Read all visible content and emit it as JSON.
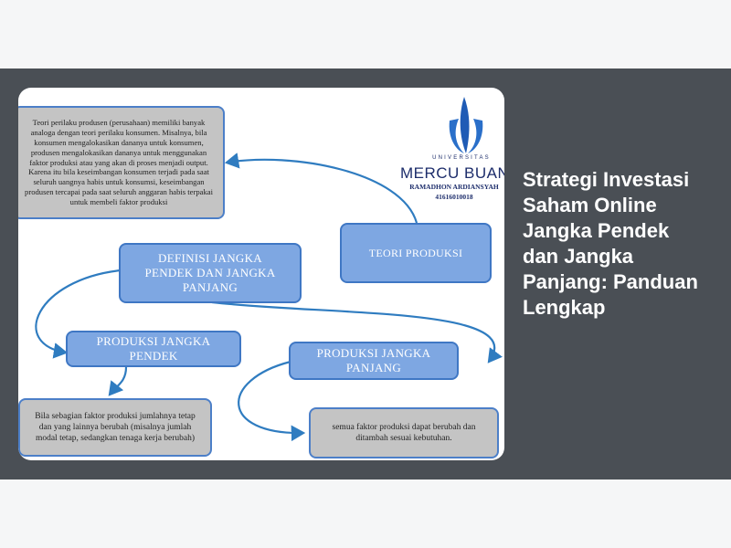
{
  "headline": "Strategi Investasi Saham Online Jangka Pendek dan Jangka Panjang: Panduan Lengkap",
  "colors": {
    "band": "#4a4f55",
    "node_fill": "#7ea7e2",
    "node_border": "#3f77c4",
    "note_fill": "#c4c4c4",
    "arrow": "#2f7cc0",
    "logo": "#1d2d6b"
  },
  "logo": {
    "university_top": "UNIVERSITAS",
    "university_name": "MERCU BUANA",
    "author": "RAMADHON ARDIANSYAH",
    "nim": "41616010018",
    "icon": "mercu-buana-flame-logo"
  },
  "diagram": {
    "theory_note": "Teori perilaku produsen (perusahaan) memiliki banyak analoga dengan teori perilaku konsumen. Misalnya, bila konsumen mengalokasikan dananya untuk konsumen, produsen mengalokasikan dananya untuk menggunakan faktor produksi atau yang akan di proses menjadi output. Karena itu bila keseimbangan konsumen terjadi pada saat seluruh uangnya habis untuk konsumsi, keseimbangan produsen tercapai pada saat seluruh anggaran habis terpakai untuk membeli faktor produksi",
    "teori_produksi": "TEORI PRODUKSI",
    "definisi": "DEFINISI JANGKA PENDEK DAN JANGKA PANJANG",
    "produksi_pendek": "PRODUKSI JANGKA PENDEK",
    "produksi_panjang": "PRODUKSI JANGKA PANJANG",
    "pendek_note": "Bila sebagian faktor produksi jumlahnya tetap dan yang lainnya berubah (misalnya jumlah modal tetap, sedangkan tenaga kerja berubah)",
    "panjang_note": "semua faktor produksi dapat berubah dan ditambah sesuai kebutuhan."
  }
}
